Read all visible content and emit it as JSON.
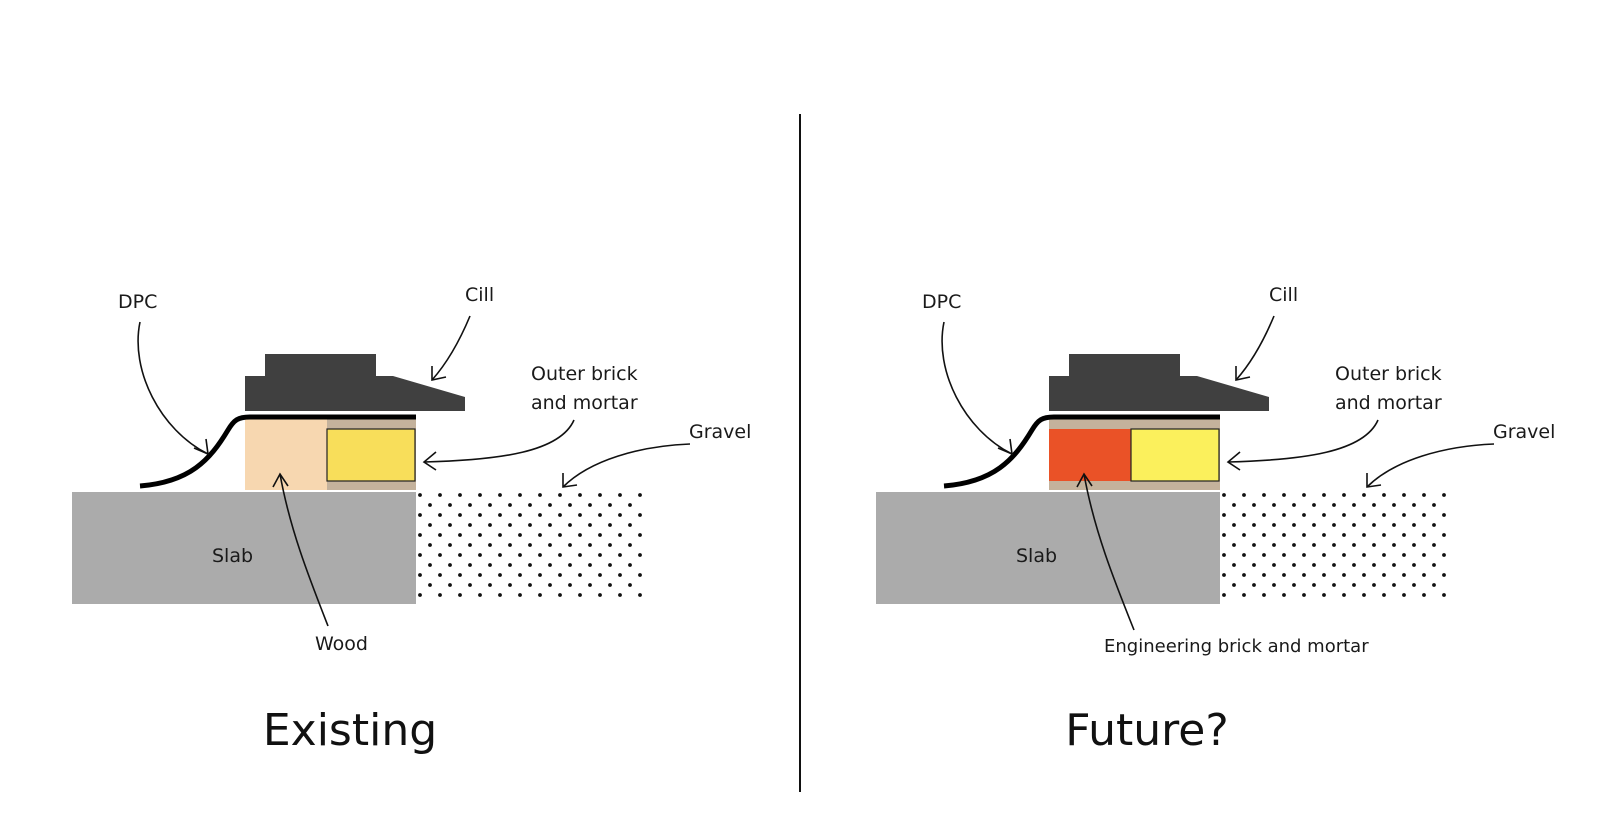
{
  "panels": [
    {
      "id": "existing",
      "title": "Existing",
      "labels": {
        "dpc": "DPC",
        "cill": "Cill",
        "outer_line1": "Outer brick",
        "outer_line2": "and mortar",
        "gravel": "Gravel",
        "slab": "Slab",
        "lower": "Wood"
      },
      "colors": {
        "cill": "#404040",
        "dpc": "#000000",
        "mortar": "#c4b29c",
        "lower_block": "#f7d7b0",
        "outer_brick": "#f8de5a",
        "slab": "#ababab",
        "gravel_dot": "#111111"
      }
    },
    {
      "id": "future",
      "title": "Future?",
      "labels": {
        "dpc": "DPC",
        "cill": "Cill",
        "outer_line1": "Outer brick",
        "outer_line2": "and mortar",
        "gravel": "Gravel",
        "slab": "Slab",
        "lower": "Engineering brick and mortar"
      },
      "colors": {
        "cill": "#404040",
        "dpc": "#000000",
        "mortar": "#c4b29c",
        "lower_block": "#ea5227",
        "outer_brick": "#fbf05c",
        "slab": "#ababab",
        "gravel_dot": "#111111"
      }
    }
  ]
}
